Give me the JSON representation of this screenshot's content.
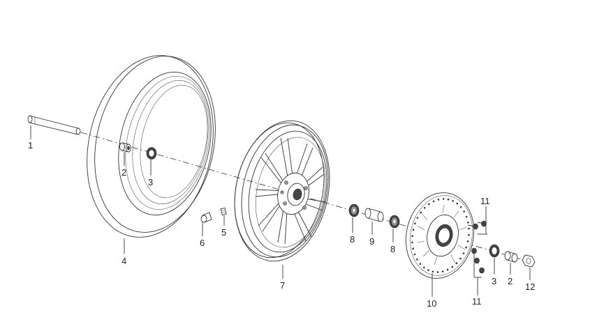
{
  "labels": {
    "axle": "1",
    "spacer_left": "2",
    "seal_left": "3",
    "tire": "4",
    "valve_core": "5",
    "valve_stem": "6",
    "rim": "7",
    "bearing_left": "8",
    "inner_spacer": "9",
    "bearing_right": "8",
    "brake_disc": "10",
    "disc_bolts_upper": "11",
    "disc_bolts_lower": "11",
    "seal_right": "3",
    "spacer_right": "2",
    "axle_nut": "12"
  },
  "colors": {
    "line": "#333333",
    "fill": "#ffffff",
    "text": "#222222"
  }
}
